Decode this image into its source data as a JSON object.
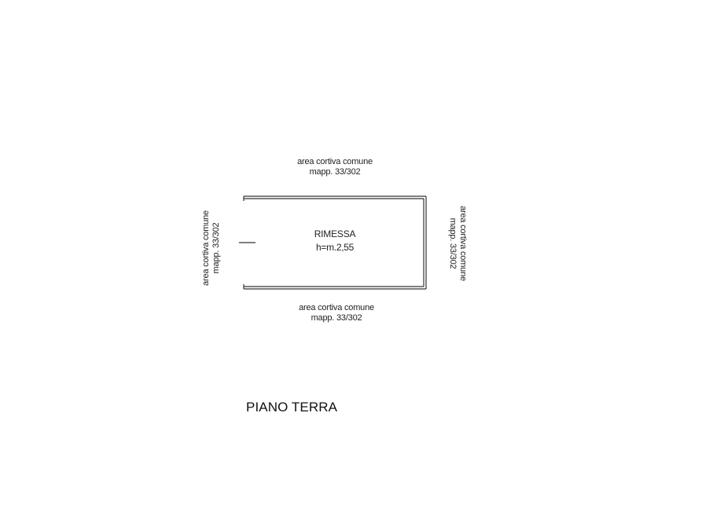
{
  "plan": {
    "surroundings": {
      "top": [
        "area cortiva comune",
        "mapp. 33/302"
      ],
      "bottom": [
        "area cortiva comune",
        "mapp. 33/302"
      ],
      "left": [
        "area cortiva comune",
        "mapp. 33/302"
      ],
      "right": [
        "area cortiva comune",
        "mapp. 33/302"
      ]
    },
    "room": {
      "name": "RIMESSA",
      "height": "h=m.2,55"
    },
    "floor_title": "PIANO TERRA"
  }
}
